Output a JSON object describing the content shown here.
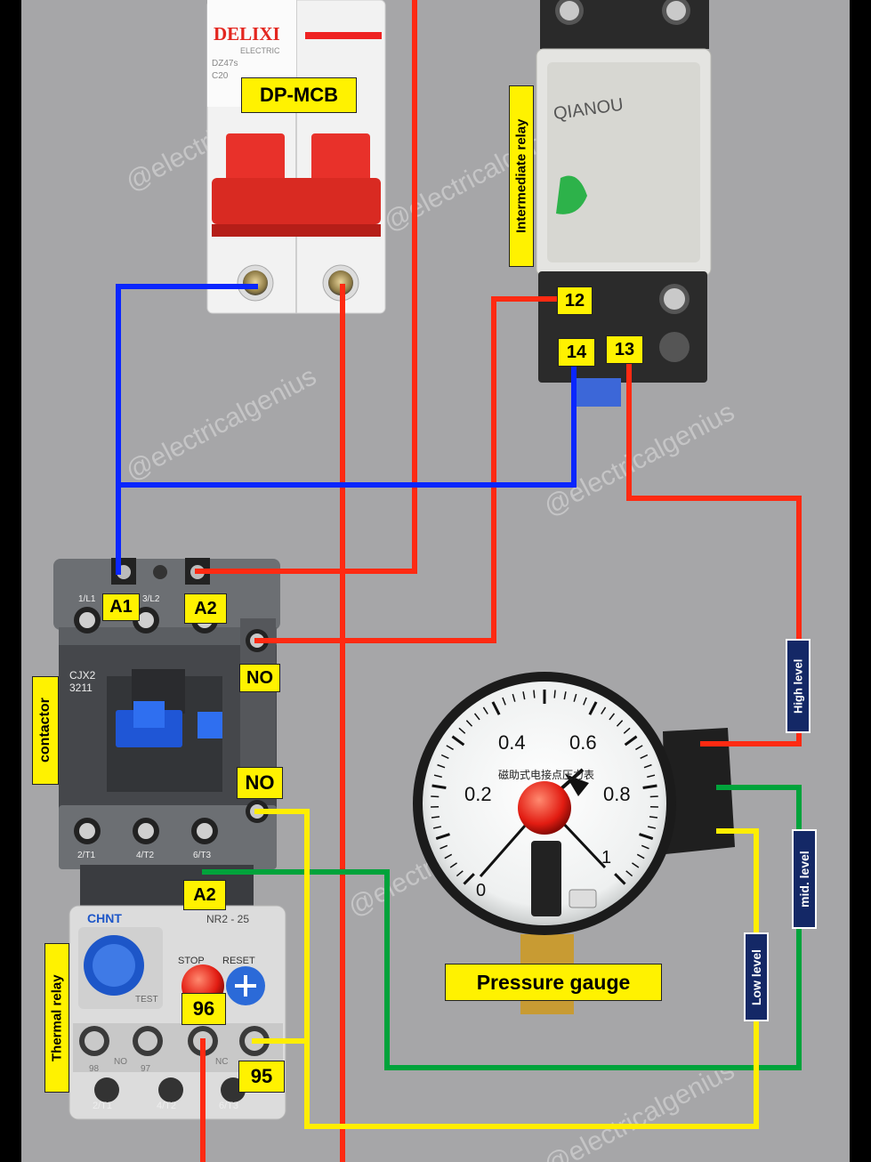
{
  "watermark": "@electricalgenius",
  "components": {
    "mcb": {
      "label": "DP-MCB",
      "brand": "DELIXI",
      "brand_sub": "ELECTRIC",
      "model": "DZ47s",
      "rating": "C20"
    },
    "relay": {
      "label": "Intermediate relay",
      "brand": "QIANOU",
      "terminals": [
        "12",
        "14",
        "13"
      ]
    },
    "contactor": {
      "label": "contactor",
      "model_line1": "CJX2",
      "model_line2": "3211",
      "terminals": [
        "A1",
        "A2",
        "NO",
        "NO",
        "A2"
      ],
      "top_marks": [
        "1/L1",
        "3/L2"
      ],
      "bottom_marks": [
        "2/T1",
        "4/T2",
        "6/T3"
      ]
    },
    "thermal_relay": {
      "label": "Thermal relay",
      "brand": "CHNT",
      "model": "NR2 - 25",
      "stop": "STOP",
      "reset": "RESET",
      "test": "TEST",
      "terminals": [
        "96",
        "95"
      ],
      "top_marks": [
        "98",
        "NO",
        "97",
        "NC"
      ],
      "bottom_marks": [
        "2/T1",
        "4/T2",
        "6/T3"
      ]
    },
    "gauge": {
      "label": "Pressure gauge",
      "scale": [
        "0",
        "0.2",
        "0.4",
        "0.6",
        "0.8",
        "1"
      ],
      "title_cn": "磁助式电接点压力表",
      "levels": [
        "High level",
        "mid. level",
        "Low level"
      ]
    }
  },
  "colors": {
    "red": "#ff2a12",
    "blue": "#0a26ff",
    "green": "#00a33b",
    "yellow": "#ffee00",
    "label_bg": "#fff200",
    "level_bg": "#142866"
  }
}
